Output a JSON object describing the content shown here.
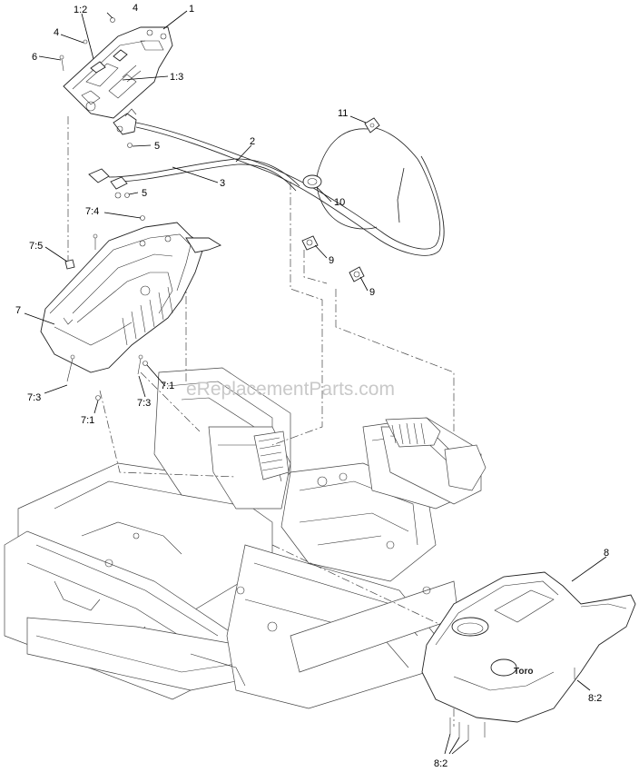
{
  "watermark": "eReplacementParts.com",
  "brand_mark": "Toro",
  "callouts": {
    "c1": "1",
    "c1_2": "1:2",
    "c1_3": "1:3",
    "c2": "2",
    "c3": "3",
    "c4a": "4",
    "c4b": "4",
    "c5a": "5",
    "c5b": "5",
    "c6": "6",
    "c7": "7",
    "c7_1a": "7:1",
    "c7_1b": "7:1",
    "c7_3a": "7:3",
    "c7_3b": "7:3",
    "c7_4": "7:4",
    "c7_5": "7:5",
    "c8": "8",
    "c8_2a": "8:2",
    "c8_2b": "8:2",
    "c9a": "9",
    "c9b": "9",
    "c10": "10",
    "c11": "11"
  }
}
